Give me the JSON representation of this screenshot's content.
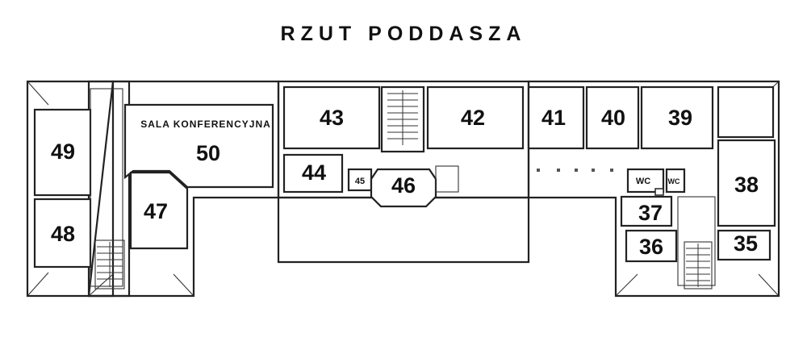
{
  "title": "RZUT PODDASZA",
  "rooms": {
    "r35": "35",
    "r36": "36",
    "r37": "37",
    "r38": "38",
    "r39": "39",
    "r40": "40",
    "r41": "41",
    "r42": "42",
    "r43": "43",
    "r44": "44",
    "r45": "45",
    "r46": "46",
    "r47": "47",
    "r48": "48",
    "r49": "49",
    "r50": "50",
    "conference_label": "SALA  KONFERENCYJNA",
    "wc1": "WC",
    "wc2": "WC"
  }
}
